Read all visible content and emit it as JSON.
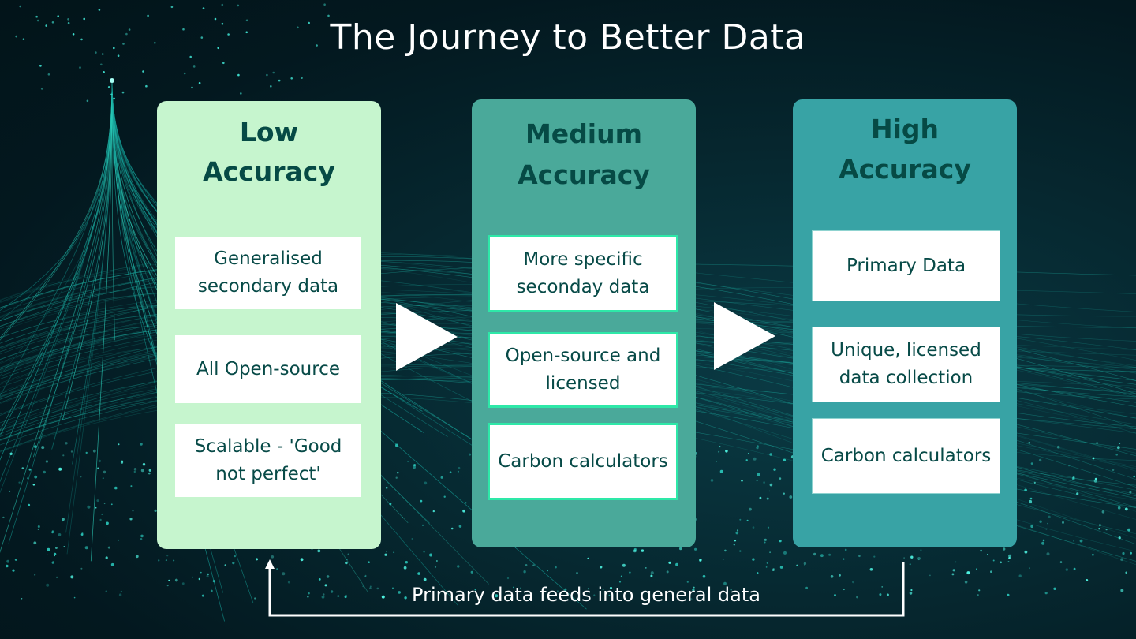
{
  "title": "The Journey to Better Data",
  "colors": {
    "background": "#03181f",
    "low_card": "#c6f5ce",
    "medium_card": "#4aa99a",
    "high_card": "#38a3a5",
    "text_dark": "#064a45",
    "medium_box_border": "#2ee8a8",
    "arrow": "#ffffff"
  },
  "stages": [
    {
      "title_line1": "Low",
      "title_line2": "Accuracy",
      "items": [
        "Generalised secondary data",
        "All Open-source",
        "Scalable - 'Good not perfect'"
      ]
    },
    {
      "title_line1": "Medium",
      "title_line2": "Accuracy",
      "items": [
        "More specific seconday data",
        "Open-source and licensed",
        "Carbon calculators"
      ]
    },
    {
      "title_line1": "High",
      "title_line2": "Accuracy",
      "items": [
        "Primary Data",
        "Unique, licensed data collection",
        "Carbon calculators"
      ]
    }
  ],
  "arrows": [
    "right-arrow-icon",
    "right-arrow-icon"
  ],
  "feedback": {
    "label": "Primary data feeds into general data",
    "from": "High Accuracy",
    "to": "Low Accuracy"
  }
}
